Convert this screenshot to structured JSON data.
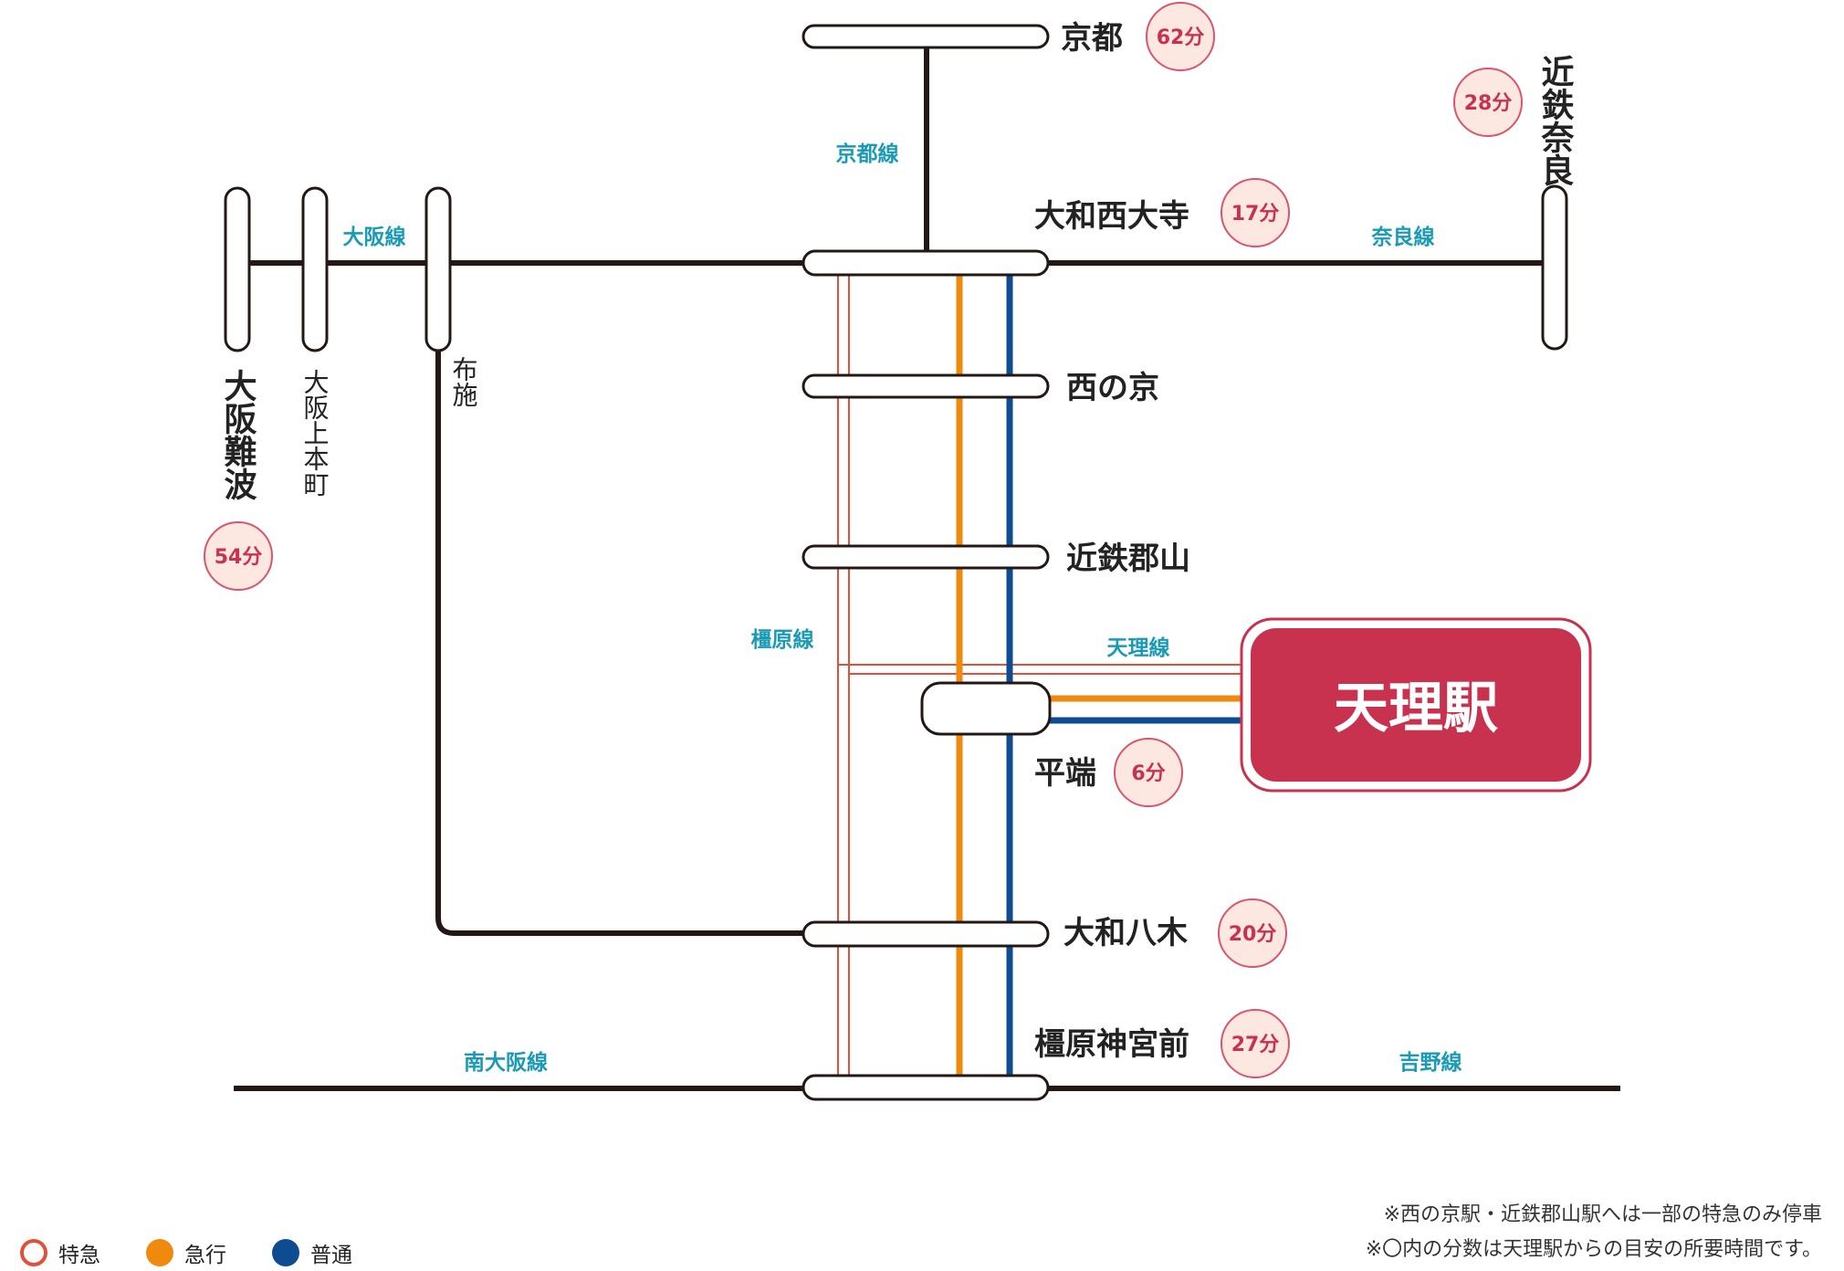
{
  "stations": {
    "kyoto": "京都",
    "yamato_saidaiji": "大和西大寺",
    "kintetsu_nara": "近鉄奈良",
    "osaka_namba": "大阪難波",
    "osaka_uehommachi": "大阪上本町",
    "fuse": "布施",
    "nishinokyo": "西の京",
    "kintetsu_koriyama": "近鉄郡山",
    "hirahata": "平端",
    "yamato_yagi": "大和八木",
    "kashiharajingu_mae": "橿原神宮前",
    "tenri": "天理駅"
  },
  "times": {
    "kyoto": "62分",
    "yamato_saidaiji": "17分",
    "kintetsu_nara": "28分",
    "osaka_namba": "54分",
    "hirahata": "6分",
    "yamato_yagi": "20分",
    "kashiharajingu_mae": "27分"
  },
  "lines": {
    "kyoto": "京都線",
    "osaka": "大阪線",
    "nara": "奈良線",
    "kashihara": "橿原線",
    "tenri": "天理線",
    "minami_osaka": "南大阪線",
    "yoshino": "吉野線"
  },
  "legend": [
    {
      "label": "特急",
      "color": "#e0503a",
      "style": "ring"
    },
    {
      "label": "急行",
      "color": "#ef8a0e",
      "style": "fill"
    },
    {
      "label": "普通",
      "color": "#0e4c92",
      "style": "fill"
    }
  ],
  "notes": [
    "※西の京駅・近鉄郡山駅へは一部の特急のみ停車",
    "※〇内の分数は天理駅からの目安の所要時間です。"
  ],
  "colors": {
    "line": "#231815",
    "limited_express": "#e0503a",
    "express": "#ef8a0e",
    "local": "#0e4c92",
    "tenri_box": "#c8324f",
    "time_circle_fill": "#fde8e1",
    "time_circle_stroke": "#d9566a",
    "line_label": "#1a9bb5"
  }
}
